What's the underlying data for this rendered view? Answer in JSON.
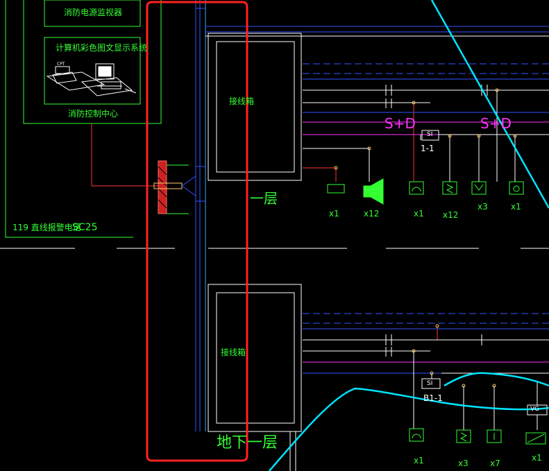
{
  "labels": {
    "fire_leak_monitor": "消防电源监视器",
    "computer_display": "计算机彩色图文显示系统",
    "cpt": "CPT",
    "control_center": "消防控制中心",
    "hotline": "119 直线报警电话",
    "sc25": "SC25",
    "jb_top": "接线箱",
    "jb_bottom": "接线箱",
    "floor1": "一层",
    "basement1": "地下一层",
    "sd1": "S+D",
    "sd2": "S+D",
    "si_top": "SI",
    "si_top_sub": "1-1",
    "si_bottom": "SI",
    "si_bottom_sub": "B1-1",
    "vg": "VG"
  },
  "floor1_counts": [
    "x1",
    "x12",
    "x1",
    "x12",
    "x3",
    "x1"
  ],
  "basement_counts": [
    "x1",
    "x3",
    "x7",
    "x1"
  ],
  "colors": {
    "background": "#000000",
    "cad_green": "#33ff33",
    "cad_white": "#ffffff",
    "cad_blue": "#3355ff",
    "cad_cyan": "#00e5ff",
    "cad_magenta": "#ff33ff",
    "cad_red": "#ff3333",
    "highlight": "#ff2222"
  }
}
